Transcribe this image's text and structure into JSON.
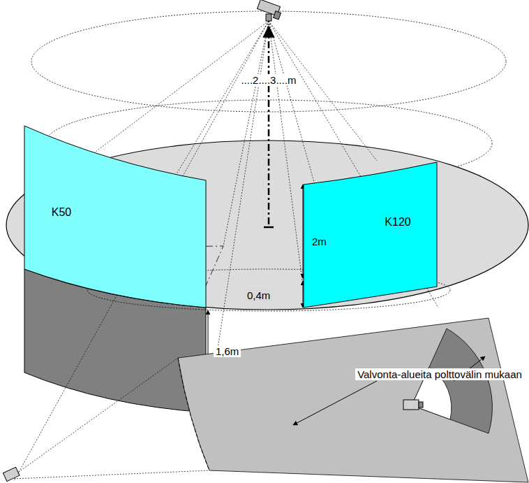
{
  "diagram": {
    "nodes": [
      {
        "text": [
          "K50"
        ]
      },
      {
        "text": [
          "K120"
        ]
      }
    ],
    "labels": [
      "....2....3....m",
      "2m",
      "0,4m",
      "1,6m",
      "Valvonta-alueita polttovälin mukaan"
    ]
  }
}
